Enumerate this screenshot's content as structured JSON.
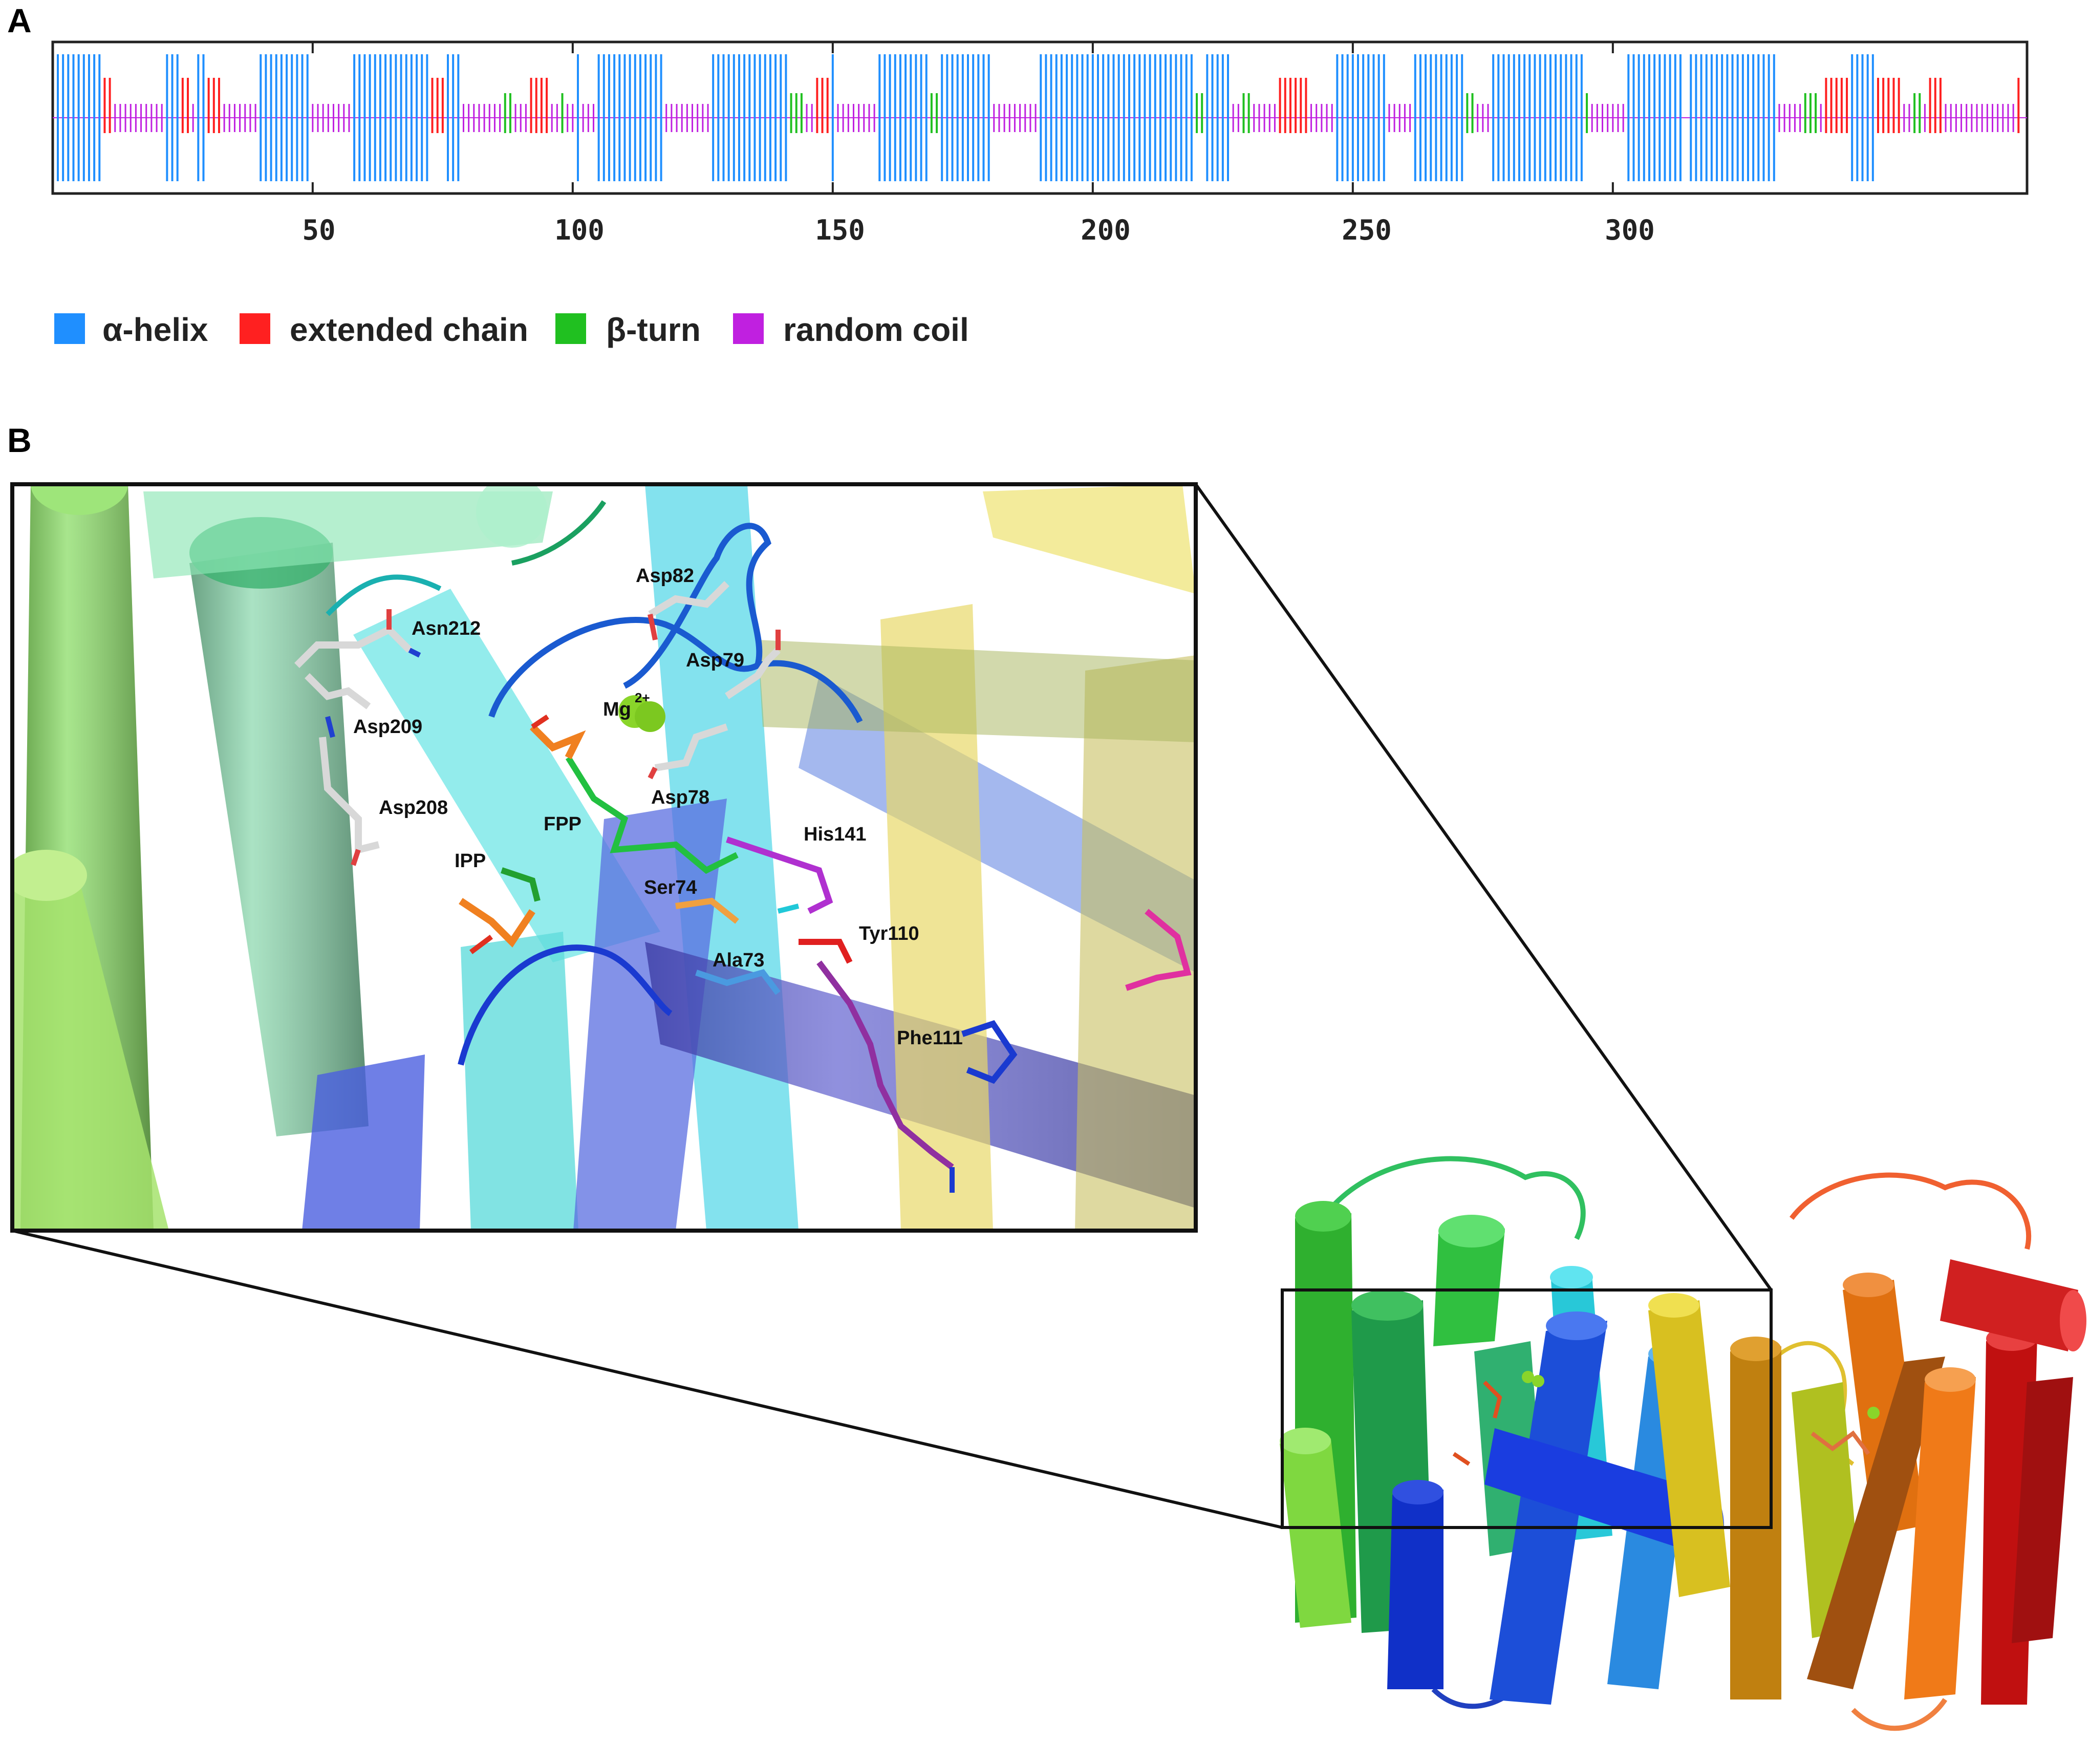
{
  "panel_a": {
    "letter": "A",
    "axis_ticks": [
      "50",
      "100",
      "150",
      "200",
      "250",
      "300"
    ],
    "legend": [
      {
        "label": "α-helix",
        "color": "#1f8fff"
      },
      {
        "label": "extended chain",
        "color": "#ff2020"
      },
      {
        "label": "β-turn",
        "color": "#20c020"
      },
      {
        "label": "random coil",
        "color": "#c020e0"
      }
    ],
    "segments": [
      {
        "type": "helix",
        "start": 1,
        "end": 9
      },
      {
        "type": "extended",
        "start": 10,
        "end": 11
      },
      {
        "type": "coil",
        "start": 12,
        "end": 21
      },
      {
        "type": "helix",
        "start": 22,
        "end": 24
      },
      {
        "type": "extended",
        "start": 25,
        "end": 26
      },
      {
        "type": "coil",
        "start": 27,
        "end": 27
      },
      {
        "type": "helix",
        "start": 28,
        "end": 29
      },
      {
        "type": "extended",
        "start": 30,
        "end": 32
      },
      {
        "type": "coil",
        "start": 33,
        "end": 39
      },
      {
        "type": "helix",
        "start": 40,
        "end": 49
      },
      {
        "type": "coil",
        "start": 50,
        "end": 57
      },
      {
        "type": "helix",
        "start": 58,
        "end": 72
      },
      {
        "type": "extended",
        "start": 73,
        "end": 75
      },
      {
        "type": "helix",
        "start": 76,
        "end": 78
      },
      {
        "type": "coil",
        "start": 79,
        "end": 86
      },
      {
        "type": "turn",
        "start": 87,
        "end": 88
      },
      {
        "type": "coil",
        "start": 89,
        "end": 91
      },
      {
        "type": "extended",
        "start": 92,
        "end": 95
      },
      {
        "type": "coil",
        "start": 96,
        "end": 97
      },
      {
        "type": "turn",
        "start": 98,
        "end": 98
      },
      {
        "type": "coil",
        "start": 99,
        "end": 100
      },
      {
        "type": "helix",
        "start": 101,
        "end": 101
      },
      {
        "type": "coil",
        "start": 102,
        "end": 104
      },
      {
        "type": "helix",
        "start": 105,
        "end": 117
      },
      {
        "type": "coil",
        "start": 118,
        "end": 126
      },
      {
        "type": "helix",
        "start": 127,
        "end": 141
      },
      {
        "type": "turn",
        "start": 142,
        "end": 144
      },
      {
        "type": "coil",
        "start": 145,
        "end": 146
      },
      {
        "type": "extended",
        "start": 147,
        "end": 149
      },
      {
        "type": "helix",
        "start": 150,
        "end": 150
      },
      {
        "type": "coil",
        "start": 151,
        "end": 158
      },
      {
        "type": "helix",
        "start": 159,
        "end": 168
      },
      {
        "type": "turn",
        "start": 169,
        "end": 170
      },
      {
        "type": "helix",
        "start": 171,
        "end": 180
      },
      {
        "type": "coil",
        "start": 181,
        "end": 189
      },
      {
        "type": "helix",
        "start": 190,
        "end": 219
      },
      {
        "type": "turn",
        "start": 220,
        "end": 221
      },
      {
        "type": "helix",
        "start": 222,
        "end": 226
      },
      {
        "type": "coil",
        "start": 227,
        "end": 228
      },
      {
        "type": "turn",
        "start": 229,
        "end": 230
      },
      {
        "type": "coil",
        "start": 231,
        "end": 235
      },
      {
        "type": "extended",
        "start": 236,
        "end": 241
      },
      {
        "type": "coil",
        "start": 242,
        "end": 246
      },
      {
        "type": "helix",
        "start": 247,
        "end": 250
      },
      {
        "type": "helix",
        "start": 251,
        "end": 256
      },
      {
        "type": "coil",
        "start": 257,
        "end": 261
      },
      {
        "type": "helix",
        "start": 262,
        "end": 271
      },
      {
        "type": "turn",
        "start": 272,
        "end": 273
      },
      {
        "type": "coil",
        "start": 274,
        "end": 276
      },
      {
        "type": "helix",
        "start": 277,
        "end": 294
      },
      {
        "type": "turn",
        "start": 295,
        "end": 295
      },
      {
        "type": "coil",
        "start": 296,
        "end": 302
      },
      {
        "type": "helix",
        "start": 303,
        "end": 313
      },
      {
        "type": "helix",
        "start": 315,
        "end": 331
      },
      {
        "type": "coil",
        "start": 332,
        "end": 336
      },
      {
        "type": "turn",
        "start": 337,
        "end": 339
      },
      {
        "type": "coil",
        "start": 340,
        "end": 340
      },
      {
        "type": "extended",
        "start": 341,
        "end": 345
      },
      {
        "type": "helix",
        "start": 346,
        "end": 350
      },
      {
        "type": "extended",
        "start": 351,
        "end": 355
      },
      {
        "type": "coil",
        "start": 356,
        "end": 357
      },
      {
        "type": "turn",
        "start": 358,
        "end": 359
      },
      {
        "type": "coil",
        "start": 360,
        "end": 360
      },
      {
        "type": "extended",
        "start": 361,
        "end": 363
      },
      {
        "type": "coil",
        "start": 364,
        "end": 377
      },
      {
        "type": "extended",
        "start": 378,
        "end": 378
      }
    ]
  },
  "panel_b": {
    "letter": "B",
    "labels": {
      "asp82": "Asp82",
      "asn212": "Asn212",
      "asp79": "Asp79",
      "mg": "Mg",
      "mg_charge": "2+",
      "asp209": "Asp209",
      "asp78": "Asp78",
      "asp208": "Asp208",
      "fpp": "FPP",
      "his141": "His141",
      "ipp": "IPP",
      "ser74": "Ser74",
      "tyr110": "Tyr110",
      "ala73": "Ala73",
      "phe111": "Phe111"
    }
  }
}
